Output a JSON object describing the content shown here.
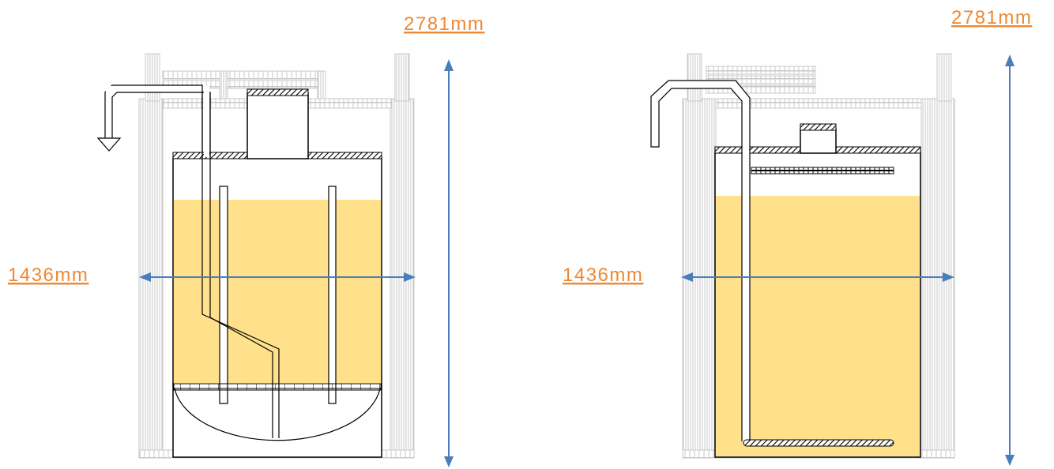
{
  "colors": {
    "liquid": "#FFE18C",
    "dimension_text": "#EE8833",
    "dimension_arrow": "#4A7EBB",
    "outline": "#000000",
    "scaffold": "#C8C8C8"
  },
  "left_tank": {
    "height_label": "2781mm",
    "width_label": "1436mm"
  },
  "right_tank": {
    "height_label": "2781mm",
    "width_label": "1436mm"
  }
}
